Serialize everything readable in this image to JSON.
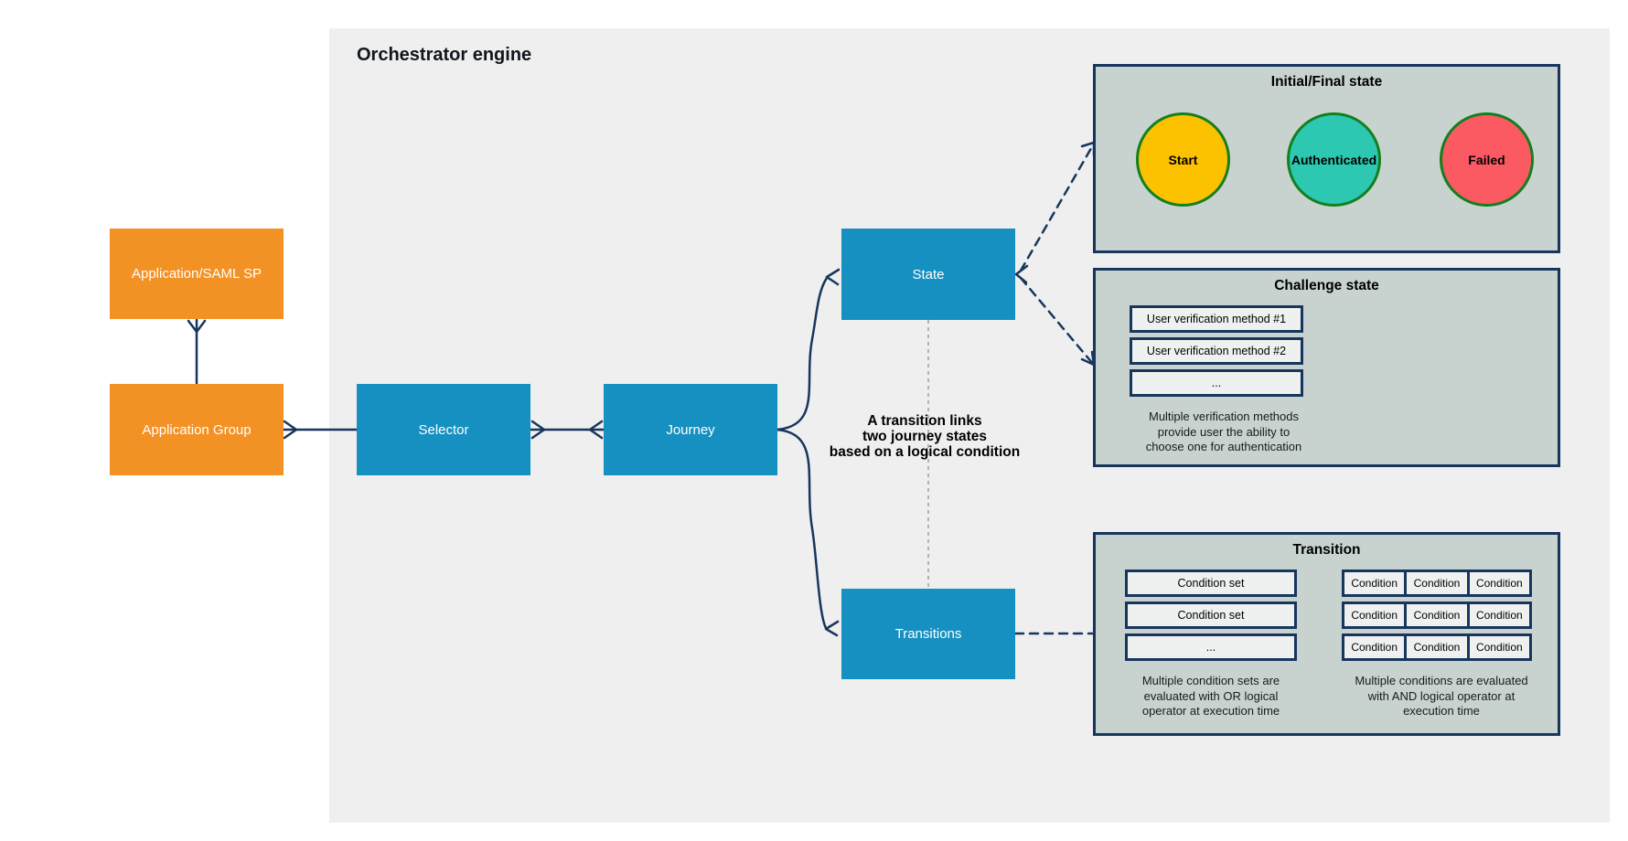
{
  "title": "Orchestrator engine",
  "colors": {
    "canvas_bg": "#efefef",
    "node_blue": "#1690c0",
    "node_orange": "#f39224",
    "connector_navy": "#17365d",
    "dashed_gray": "#b3b3b3",
    "panel_bg": "#c8d3d0",
    "panel_border": "#17365d",
    "item_box_bg": "#eff1f0",
    "circle_stroke_green": "#147f1e",
    "circle_start": "#fcc200",
    "circle_authenticated": "#2cc8b1",
    "circle_failed": "#fb5a63"
  },
  "nodes": {
    "application_saml_sp": {
      "label": "Application/SAML SP"
    },
    "application_group": {
      "label": "Application Group"
    },
    "selector": {
      "label": "Selector"
    },
    "journey": {
      "label": "Journey"
    },
    "state": {
      "label": "State"
    },
    "transitions": {
      "label": "Transitions"
    }
  },
  "annotation": {
    "lines": [
      "A transition links",
      "two journey states",
      "based on a logical condition"
    ]
  },
  "panels": {
    "initial_final": {
      "title": "Initial/Final state",
      "circles": [
        {
          "label": "Start",
          "color": "#fcc200"
        },
        {
          "label": "Authenticated",
          "color": "#2cc8b1"
        },
        {
          "label": "Failed",
          "color": "#fb5a63"
        }
      ]
    },
    "challenge": {
      "title": "Challenge state",
      "methods": [
        "User verification method #1",
        "User verification method #2",
        "..."
      ],
      "caption": [
        "Multiple verification methods",
        "provide user the ability to",
        "choose one for authentication"
      ]
    },
    "transition": {
      "title": "Transition",
      "condition_sets": [
        "Condition set",
        "Condition set",
        "..."
      ],
      "or_caption": [
        "Multiple condition sets are",
        "evaluated with OR logical",
        "operator at execution time"
      ],
      "condition_label": "Condition",
      "and_caption": [
        "Multiple conditions are evaluated",
        "with AND logical operator at",
        "execution time"
      ]
    }
  }
}
